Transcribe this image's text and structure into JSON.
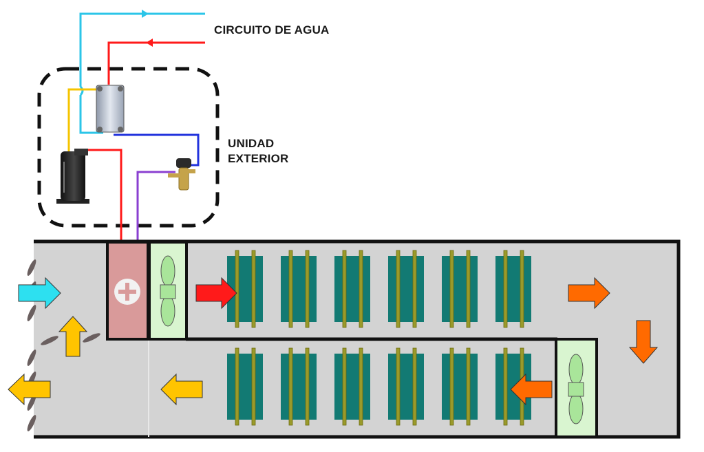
{
  "labels": {
    "water_circuit": "CIRCUITO DE AGUA",
    "outdoor_unit_line1": "UNIDAD",
    "outdoor_unit_line2": "EXTERIOR"
  },
  "colors": {
    "duct_fill": "#d3d3d3",
    "cold_water": "#2bc5e8",
    "hot_water": "#ff1a1a",
    "refrigerant_yellow": "#f5c400",
    "refrigerant_blue": "#2233dd",
    "refrigerant_purple": "#8a3fd1",
    "coil_teal": "#127a73",
    "coil_rail": "#9a9a2a",
    "fan_box": "#d9f5d0",
    "heater_box": "#d99a9a",
    "arrow_cyan": "#2de0f0",
    "arrow_red": "#ff1a1a",
    "arrow_orange": "#ff6a00",
    "arrow_yellow": "#ffc400"
  },
  "icons": [
    "plate-heat-exchanger-icon",
    "compressor-icon",
    "expansion-valve-icon",
    "fan-icon",
    "heater-plus-icon",
    "louver-icon",
    "airflow-arrow-icon"
  ]
}
